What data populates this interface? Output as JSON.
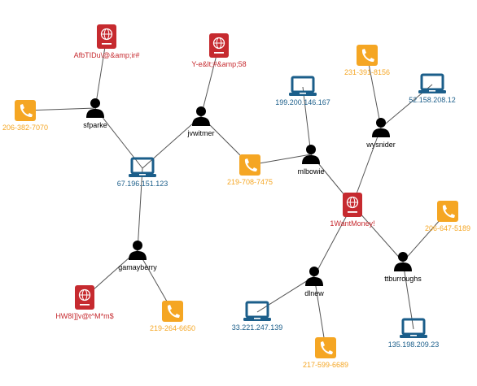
{
  "colors": {
    "user": "#000000",
    "computer": "#1b5e8a",
    "phone": "#f5a623",
    "passport": "#c62a2f",
    "edge": "#555555"
  },
  "nodes": [
    {
      "id": "afbtidu",
      "type": "passport",
      "icon": "passport-icon",
      "label": "AfbTIDu\\@&amp;ir#"
    },
    {
      "id": "yeltamp58",
      "type": "passport",
      "icon": "passport-icon",
      "label": "Y-e&lt;#&amp;58"
    },
    {
      "id": "phone-206-382-7070",
      "type": "phone",
      "icon": "phone-icon",
      "label": "206-382-7070"
    },
    {
      "id": "sfparke",
      "type": "user",
      "icon": "user-icon",
      "label": "sfparke"
    },
    {
      "id": "jvwitmer",
      "type": "user",
      "icon": "user-icon",
      "label": "jvwitmer"
    },
    {
      "id": "ip-67-196-151-123",
      "type": "computer",
      "icon": "laptop-icon",
      "label": "67.196.151.123"
    },
    {
      "id": "ip-199-200-146-167",
      "type": "computer",
      "icon": "laptop-icon",
      "label": "199.200.146.167"
    },
    {
      "id": "phone-231-391-8156",
      "type": "phone",
      "icon": "phone-icon",
      "label": "231-391-8156"
    },
    {
      "id": "ip-52-158-208-12",
      "type": "computer",
      "icon": "laptop-icon",
      "label": "52.158.208.12"
    },
    {
      "id": "wysnider",
      "type": "user",
      "icon": "user-icon",
      "label": "wysnider"
    },
    {
      "id": "mlbowie",
      "type": "user",
      "icon": "user-icon",
      "label": "mlbowie"
    },
    {
      "id": "phone-219-708-7475",
      "type": "phone",
      "icon": "phone-icon",
      "label": "219-708-7475"
    },
    {
      "id": "iwantmoney",
      "type": "passport",
      "icon": "passport-icon",
      "label": "1WantMoney!"
    },
    {
      "id": "phone-206-647-5189",
      "type": "phone",
      "icon": "phone-icon",
      "label": "206-647-5189"
    },
    {
      "id": "gamayberry",
      "type": "user",
      "icon": "user-icon",
      "label": "gamayberry"
    },
    {
      "id": "ttburroughs",
      "type": "user",
      "icon": "user-icon",
      "label": "ttburroughs"
    },
    {
      "id": "dlnew",
      "type": "user",
      "icon": "user-icon",
      "label": "dlnew"
    },
    {
      "id": "hw8",
      "type": "passport",
      "icon": "passport-icon",
      "label": "HW8I]]v@t^M*m$"
    },
    {
      "id": "phone-219-264-6650",
      "type": "phone",
      "icon": "phone-icon",
      "label": "219-264-6650"
    },
    {
      "id": "ip-33-221-247-139",
      "type": "computer",
      "icon": "laptop-icon",
      "label": "33.221.247.139"
    },
    {
      "id": "ip-135-198-209-23",
      "type": "computer",
      "icon": "laptop-icon",
      "label": "135.198.209.23"
    },
    {
      "id": "phone-217-599-6689",
      "type": "phone",
      "icon": "phone-icon",
      "label": "217-599-6689"
    }
  ],
  "edges": [
    [
      "afbtidu",
      "sfparke"
    ],
    [
      "phone-206-382-7070",
      "sfparke"
    ],
    [
      "sfparke",
      "ip-67-196-151-123"
    ],
    [
      "yeltamp58",
      "jvwitmer"
    ],
    [
      "jvwitmer",
      "ip-67-196-151-123"
    ],
    [
      "jvwitmer",
      "phone-219-708-7475"
    ],
    [
      "phone-219-708-7475",
      "mlbowie"
    ],
    [
      "ip-199-200-146-167",
      "mlbowie"
    ],
    [
      "mlbowie",
      "iwantmoney"
    ],
    [
      "phone-231-391-8156",
      "wysnider"
    ],
    [
      "ip-52-158-208-12",
      "wysnider"
    ],
    [
      "wysnider",
      "iwantmoney"
    ],
    [
      "iwantmoney",
      "ttburroughs"
    ],
    [
      "iwantmoney",
      "dlnew"
    ],
    [
      "phone-206-647-5189",
      "ttburroughs"
    ],
    [
      "ttburroughs",
      "ip-135-198-209-23"
    ],
    [
      "dlnew",
      "ip-33-221-247-139"
    ],
    [
      "dlnew",
      "phone-217-599-6689"
    ],
    [
      "ip-67-196-151-123",
      "gamayberry"
    ],
    [
      "gamayberry",
      "hw8"
    ],
    [
      "gamayberry",
      "phone-219-264-6650"
    ]
  ]
}
